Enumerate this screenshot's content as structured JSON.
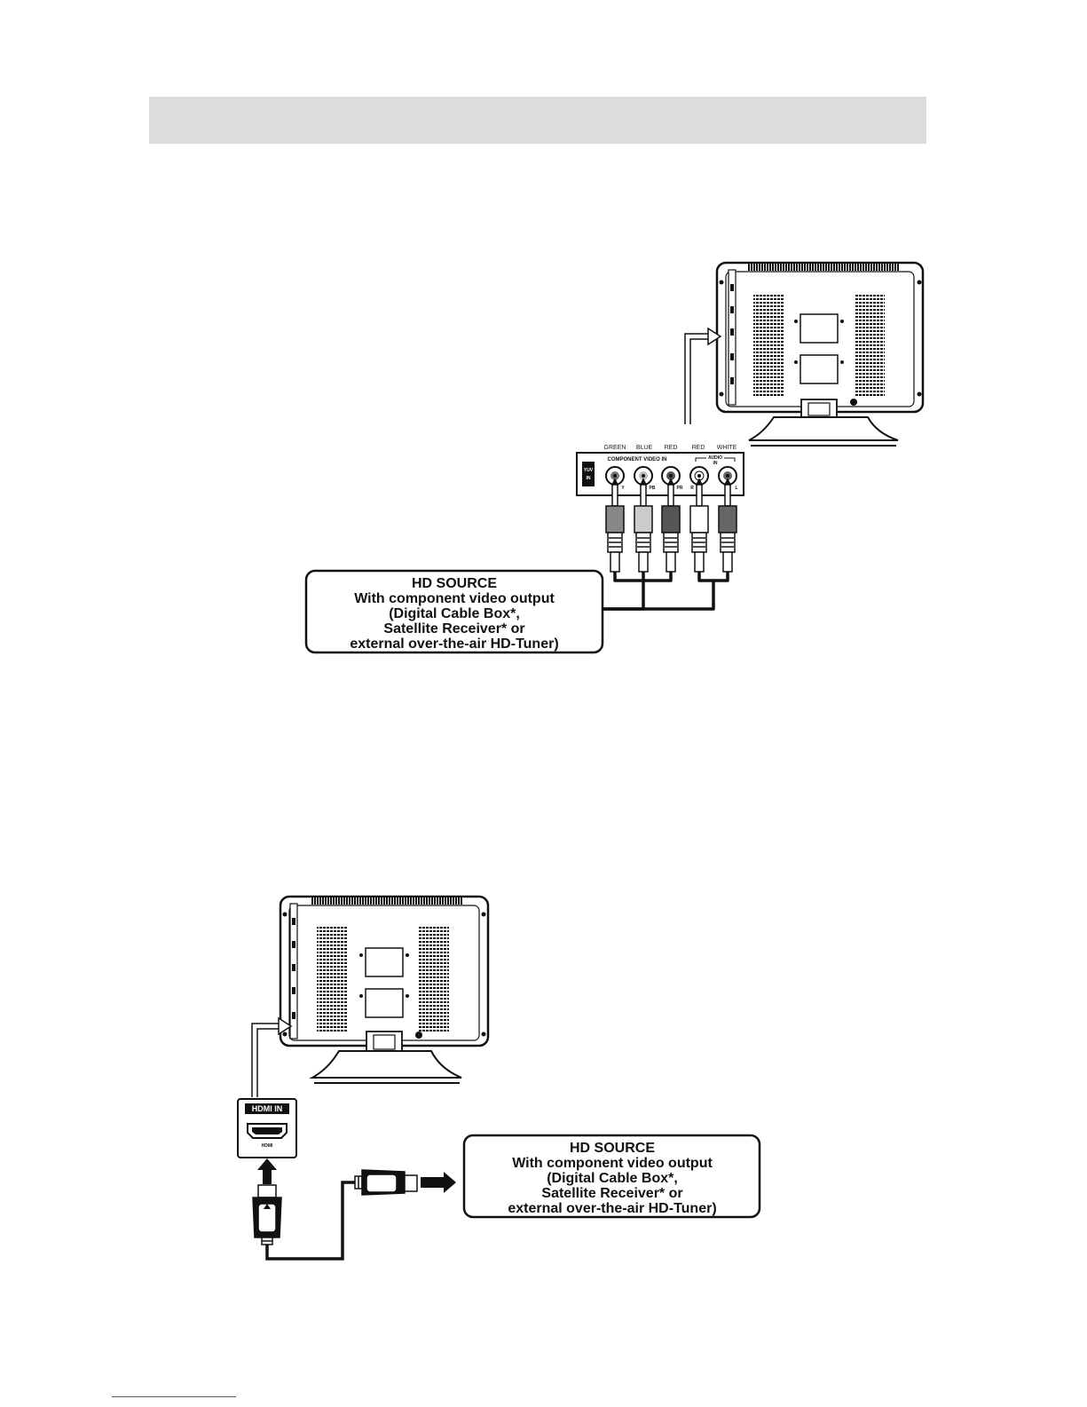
{
  "component_panel": {
    "color_labels": [
      "GREEN",
      "BLUE",
      "RED",
      "RED",
      "WHITE"
    ],
    "group_label": "COMPONENT VIDEO IN",
    "audio_label_1": "AUDIO",
    "audio_label_2": "IN",
    "yuv_badge_1": "YUV",
    "yuv_badge_2": "IN",
    "jack_labels": [
      "Y",
      "PB",
      "PR",
      "R",
      "L"
    ]
  },
  "hdmi_panel": {
    "title": "HDMI IN",
    "port_label": "HDMI"
  },
  "hd_source_1": {
    "lines": [
      "HD SOURCE",
      "With component video output",
      "(Digital Cable Box*,",
      "Satellite Receiver* or",
      "external over-the-air HD-Tuner)"
    ]
  },
  "hd_source_2": {
    "lines": [
      "HD SOURCE",
      "With component video output",
      "(Digital Cable Box*,",
      "Satellite Receiver* or",
      "external over-the-air HD-Tuner)"
    ]
  },
  "colors": {
    "header_band": "#dcdcdc",
    "line": "#111111",
    "footer_rule": "#4a4ae0"
  }
}
